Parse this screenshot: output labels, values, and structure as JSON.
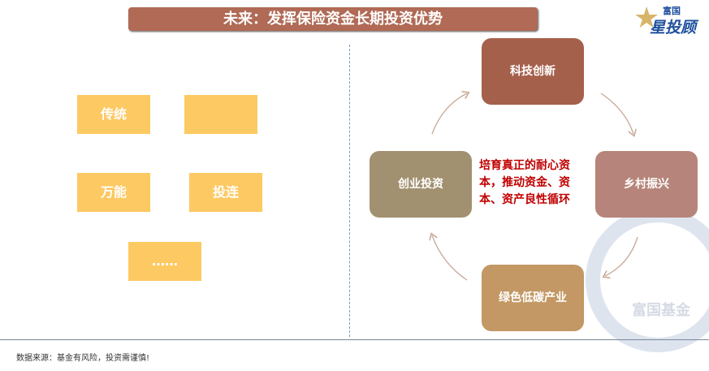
{
  "title": "未来：发挥保险资金长期投资优势",
  "logo": {
    "top": "富国",
    "main": "星投顾"
  },
  "left_boxes": [
    "传统",
    "",
    "万能",
    "投连",
    "……"
  ],
  "cycle": {
    "top": "科技创新",
    "right": "乡村振兴",
    "bottom": "绿色低碳产业",
    "left": "创业投资",
    "center": "培育真正的耐心资本，推动资金、资本、资产良性循环"
  },
  "watermark": "富国基金",
  "footer": "数据来源：基金有风险，投资需谨慎!"
}
